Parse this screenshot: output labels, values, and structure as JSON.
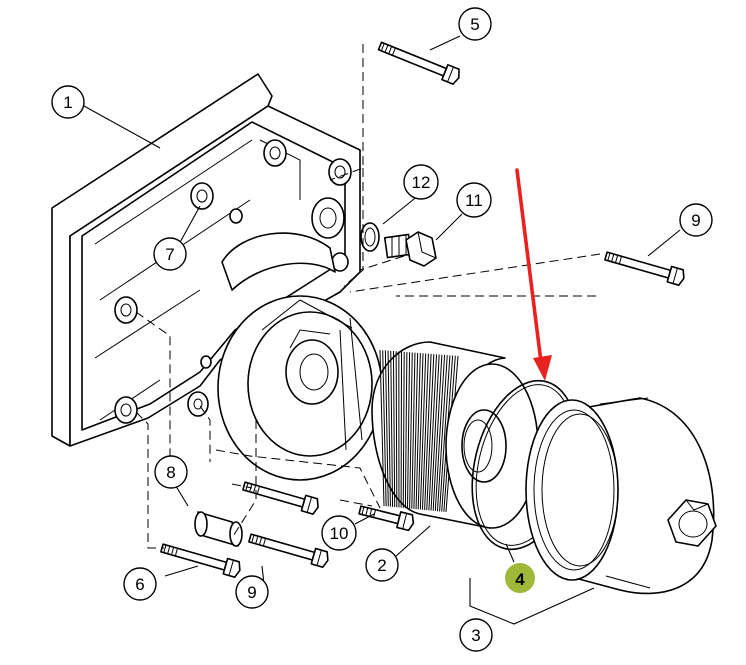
{
  "diagram": {
    "callouts": [
      {
        "id": "c1",
        "label": "1"
      },
      {
        "id": "c2",
        "label": "2"
      },
      {
        "id": "c3",
        "label": "3"
      },
      {
        "id": "c4",
        "label": "4",
        "highlighted": true
      },
      {
        "id": "c5",
        "label": "5"
      },
      {
        "id": "c6",
        "label": "6"
      },
      {
        "id": "c7",
        "label": "7"
      },
      {
        "id": "c8",
        "label": "8"
      },
      {
        "id": "c9a",
        "label": "9"
      },
      {
        "id": "c9b",
        "label": "9"
      },
      {
        "id": "c10",
        "label": "10"
      },
      {
        "id": "c11",
        "label": "11"
      },
      {
        "id": "c12",
        "label": "12"
      }
    ],
    "colors": {
      "line": "#000000",
      "background": "#ffffff",
      "arrow": "#e8231f",
      "highlight": "#9fb83a"
    },
    "pointer_arrow_target": "4"
  }
}
